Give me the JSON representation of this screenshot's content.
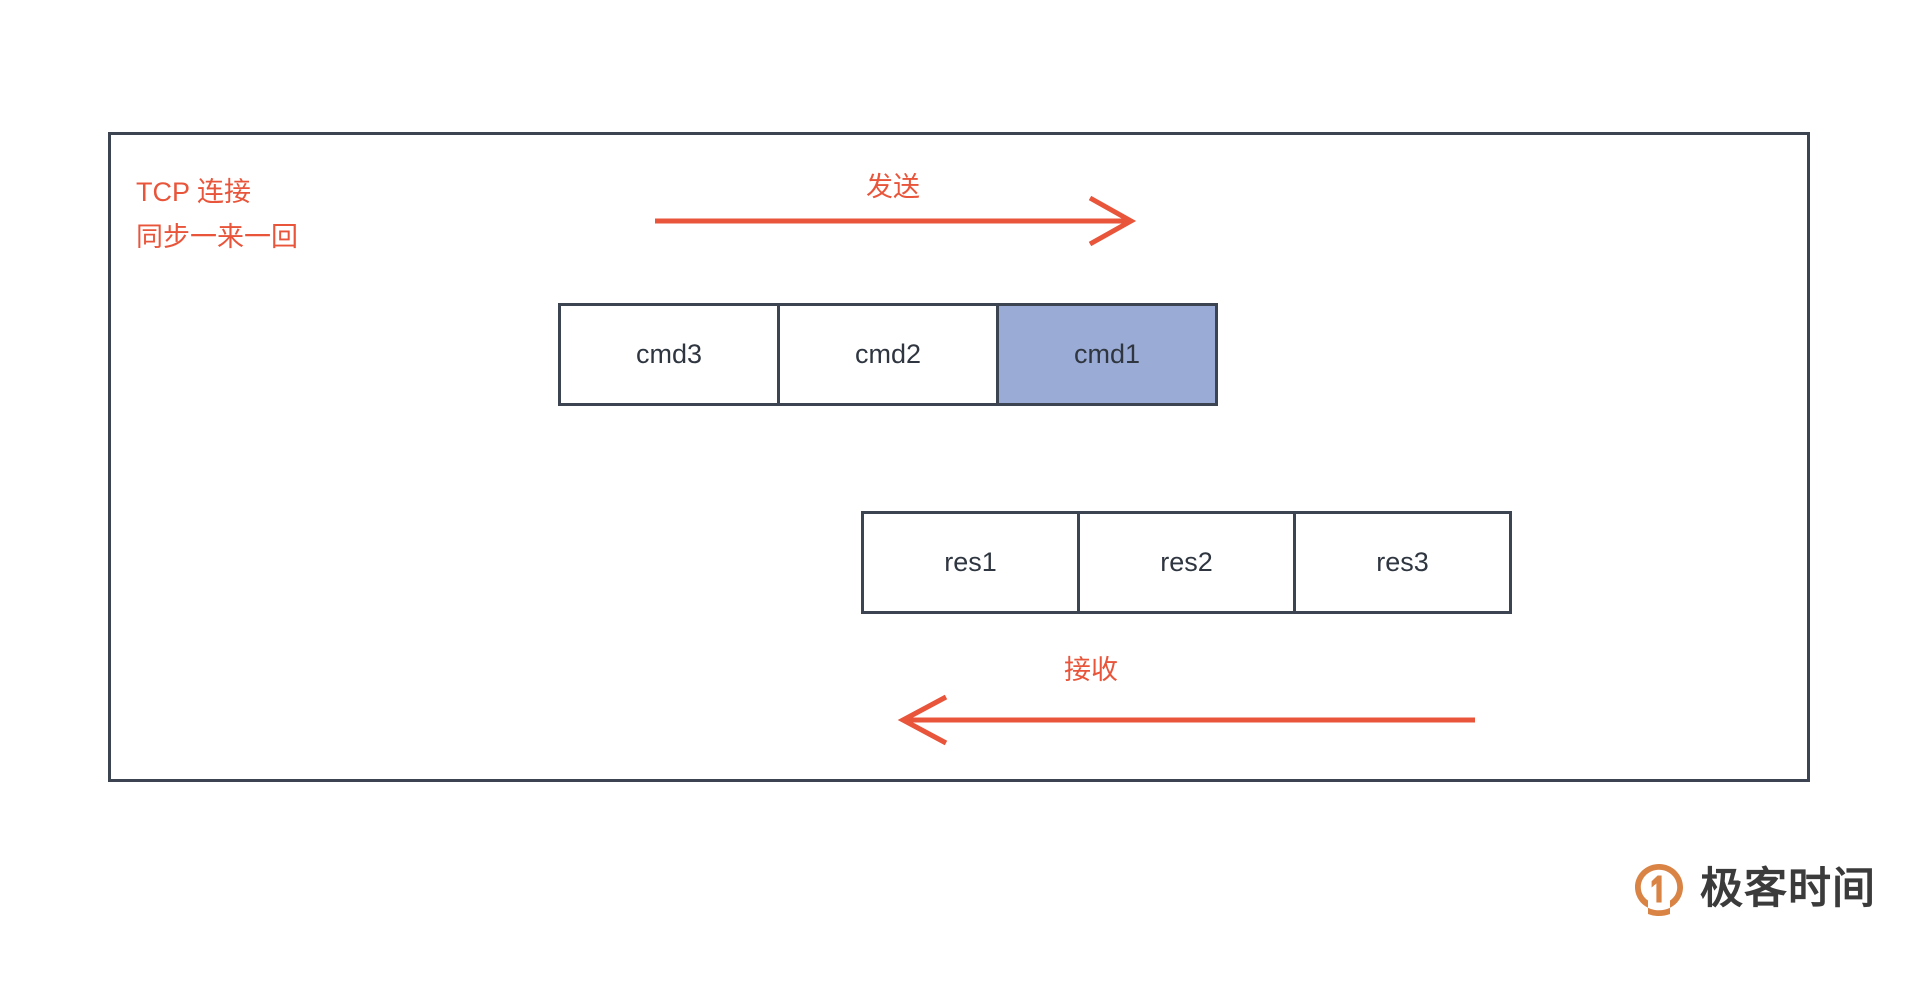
{
  "diagram": {
    "frame": {
      "border_color": "#3d4451",
      "background": "#ffffff"
    },
    "annotation": {
      "color": "#e8553a",
      "line1": "TCP 连接",
      "line2": "同步一来一回"
    },
    "arrows": [
      {
        "name": "send-arrow",
        "label": "发送",
        "direction": "right",
        "color": "#e8553a"
      },
      {
        "name": "receive-arrow",
        "label": "接收",
        "direction": "left",
        "color": "#e8553a"
      }
    ],
    "command_row": {
      "name": "command-queue",
      "cells": [
        {
          "label": "cmd3",
          "highlighted": false,
          "fill": "#ffffff"
        },
        {
          "label": "cmd2",
          "highlighted": false,
          "fill": "#ffffff"
        },
        {
          "label": "cmd1",
          "highlighted": true,
          "fill": "#9aabd5"
        }
      ]
    },
    "response_row": {
      "name": "response-queue",
      "cells": [
        {
          "label": "res1",
          "highlighted": false,
          "fill": "#ffffff"
        },
        {
          "label": "res2",
          "highlighted": false,
          "fill": "#ffffff"
        },
        {
          "label": "res3",
          "highlighted": false,
          "fill": "#ffffff"
        }
      ]
    }
  },
  "logo": {
    "text": "极客时间",
    "mark_color": "#d98345",
    "text_color": "#3b3b3b"
  }
}
